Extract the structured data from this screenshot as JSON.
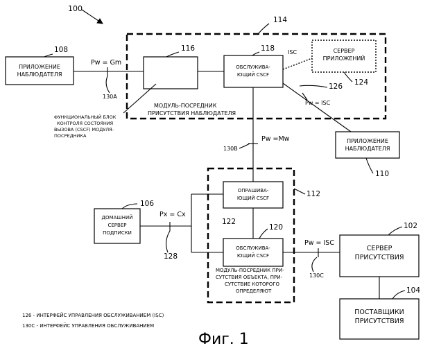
{
  "figure_caption": "Фиг. 1",
  "system_ref": "100",
  "nodes": {
    "watcher_app_left": {
      "line1": "ПРИЛОЖЕНИЕ",
      "line2": "НАБЛЮДАТЕЛЯ",
      "ref": "108"
    },
    "proxy_block": {
      "ref": "116"
    },
    "serving_cscf_top": {
      "line1": "ОБСЛУЖИВА-",
      "line2": "ЮЩИЙ CSCF",
      "ref": "118"
    },
    "app_server": {
      "line1": "СЕРВЕР",
      "line2": "ПРИЛОЖЕНИЙ",
      "ref": "124"
    },
    "watcher_app_right": {
      "line1": "ПРИЛОЖЕНИЕ",
      "line2": "НАБЛЮДАТЕЛЯ",
      "ref": "110"
    },
    "interrogating_cscf": {
      "line1": "ОПРАШИВА-",
      "line2": "ЮЩИЙ CSCF",
      "ref": "122"
    },
    "serving_cscf_bottom": {
      "line1": "ОБСЛУЖИВА-",
      "line2": "ЮЩИЙ CSCF",
      "ref": "120"
    },
    "home_subscriber_server": {
      "line1": "ДОМАШНИЙ",
      "line2": "СЕРВЕР",
      "line3": "ПОДПИСКИ",
      "ref": "106"
    },
    "presence_server": {
      "line1": "СЕРВЕР",
      "line2": "ПРИСУТСТВИЯ",
      "ref": "102"
    },
    "presence_providers": {
      "line1": "ПОСТАВЩИКИ",
      "line2": "ПРИСУТСТВИЯ",
      "ref": "104"
    }
  },
  "groups": {
    "watcher_proxy": {
      "ref": "114",
      "line1": "МОДУЛЬ-ПОСРЕДНИК",
      "line2": "ПРИСУТСТВИЯ НАБЛЮДАТЕЛЯ"
    },
    "presentity_proxy": {
      "ref": "112",
      "line1": "МОДУЛЬ-ПОСРЕДНИК ПРИ-",
      "line2": "СУТСТВИЯ ОБЪЕКТА, ПРИ-",
      "line3": "СУТСТВИЕ КОТОРОГО",
      "line4": "ОПРЕДЕЛЯЮТ"
    }
  },
  "interfaces": {
    "pw_gm": "Pw = Gm",
    "isc_top": "ISC",
    "pw_isc_top": "Pw = ISC",
    "pw_mw": "Pw =Mw",
    "px_cx": "Px = Cx",
    "pw_isc_bottom": "Pw = ISC"
  },
  "refs": {
    "r130a": "130A",
    "r126": "126",
    "r130b": "130B",
    "r128": "128",
    "r130c": "130C"
  },
  "proxy_note": {
    "line1": "ФУНКЦИОНАЛЬНЫЙ БЛОК",
    "line2": "КОНТРОЛЯ СОСТОЯНИЯ",
    "line3": "ВЫЗОВА (CSCF) МОДУЛЯ-",
    "line4": "ПОСРЕДНИКА"
  },
  "legend": [
    "126 - ИНТЕРФЕЙС УПРАВЛЕНИЯ ОБСЛУЖИВАНИЕМ (ISC)",
    "130C - ИНТЕРФЕЙС УПРАВЛЕНИЯ ОБСЛУЖИВАНИЕМ"
  ]
}
